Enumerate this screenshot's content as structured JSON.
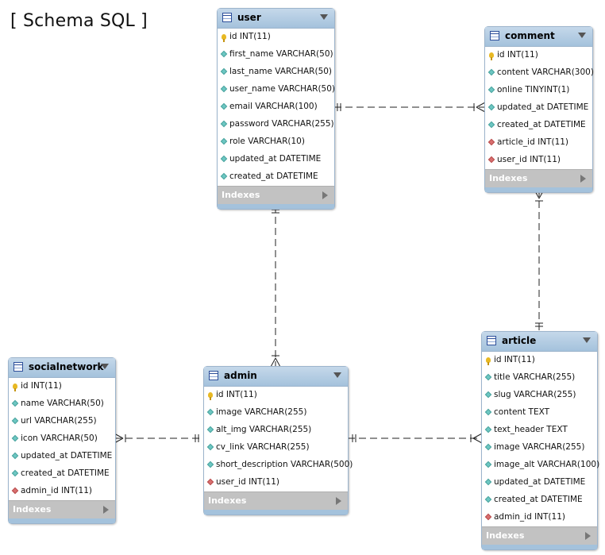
{
  "title": "[ Schema SQL ]",
  "indexes_label": "Indexes",
  "tables": {
    "user": {
      "name": "user",
      "columns": [
        {
          "text": "id INT(11)",
          "key": "pk"
        },
        {
          "text": "first_name VARCHAR(50)",
          "key": "col"
        },
        {
          "text": "last_name VARCHAR(50)",
          "key": "col"
        },
        {
          "text": "user_name VARCHAR(50)",
          "key": "col"
        },
        {
          "text": "email VARCHAR(100)",
          "key": "col"
        },
        {
          "text": "password VARCHAR(255)",
          "key": "col"
        },
        {
          "text": "role VARCHAR(10)",
          "key": "col"
        },
        {
          "text": "updated_at DATETIME",
          "key": "col"
        },
        {
          "text": "created_at DATETIME",
          "key": "col"
        }
      ]
    },
    "comment": {
      "name": "comment",
      "columns": [
        {
          "text": "id INT(11)",
          "key": "pk"
        },
        {
          "text": "content VARCHAR(300)",
          "key": "col"
        },
        {
          "text": "online TINYINT(1)",
          "key": "col"
        },
        {
          "text": "updated_at DATETIME",
          "key": "col"
        },
        {
          "text": "created_at DATETIME",
          "key": "col"
        },
        {
          "text": "article_id INT(11)",
          "key": "fk"
        },
        {
          "text": "user_id INT(11)",
          "key": "fk"
        }
      ]
    },
    "socialnetwork": {
      "name": "socialnetwork",
      "columns": [
        {
          "text": "id INT(11)",
          "key": "pk"
        },
        {
          "text": "name VARCHAR(50)",
          "key": "col"
        },
        {
          "text": "url VARCHAR(255)",
          "key": "col"
        },
        {
          "text": "icon VARCHAR(50)",
          "key": "col"
        },
        {
          "text": "updated_at DATETIME",
          "key": "col"
        },
        {
          "text": "created_at DATETIME",
          "key": "col"
        },
        {
          "text": "admin_id INT(11)",
          "key": "fk"
        }
      ]
    },
    "admin": {
      "name": "admin",
      "columns": [
        {
          "text": "id INT(11)",
          "key": "pk"
        },
        {
          "text": "image VARCHAR(255)",
          "key": "col"
        },
        {
          "text": "alt_img VARCHAR(255)",
          "key": "col"
        },
        {
          "text": "cv_link VARCHAR(255)",
          "key": "col"
        },
        {
          "text": "short_description VARCHAR(500)",
          "key": "col"
        },
        {
          "text": "user_id INT(11)",
          "key": "fk"
        }
      ]
    },
    "article": {
      "name": "article",
      "columns": [
        {
          "text": "id INT(11)",
          "key": "pk"
        },
        {
          "text": "title VARCHAR(255)",
          "key": "col"
        },
        {
          "text": "slug VARCHAR(255)",
          "key": "col"
        },
        {
          "text": "content TEXT",
          "key": "col"
        },
        {
          "text": "text_header TEXT",
          "key": "col"
        },
        {
          "text": "image VARCHAR(255)",
          "key": "col"
        },
        {
          "text": "image_alt VARCHAR(100)",
          "key": "col"
        },
        {
          "text": "updated_at DATETIME",
          "key": "col"
        },
        {
          "text": "created_at DATETIME",
          "key": "col"
        },
        {
          "text": "admin_id INT(11)",
          "key": "fk"
        }
      ]
    }
  },
  "relationships": [
    {
      "from": "user",
      "to": "comment",
      "type": "one-to-many"
    },
    {
      "from": "user",
      "to": "admin",
      "type": "one-to-many"
    },
    {
      "from": "article",
      "to": "comment",
      "type": "one-to-many"
    },
    {
      "from": "admin",
      "to": "socialnetwork",
      "type": "one-to-many"
    },
    {
      "from": "admin",
      "to": "article",
      "type": "one-to-many"
    }
  ],
  "colors": {
    "header": "#a4c2dc",
    "border": "#9cb4cc",
    "indexes_bar": "#c2c2c2",
    "primary_key": "#e8b923",
    "column": "#6cc7c2",
    "foreign_key": "#d86f6f",
    "connector": "#222222"
  }
}
